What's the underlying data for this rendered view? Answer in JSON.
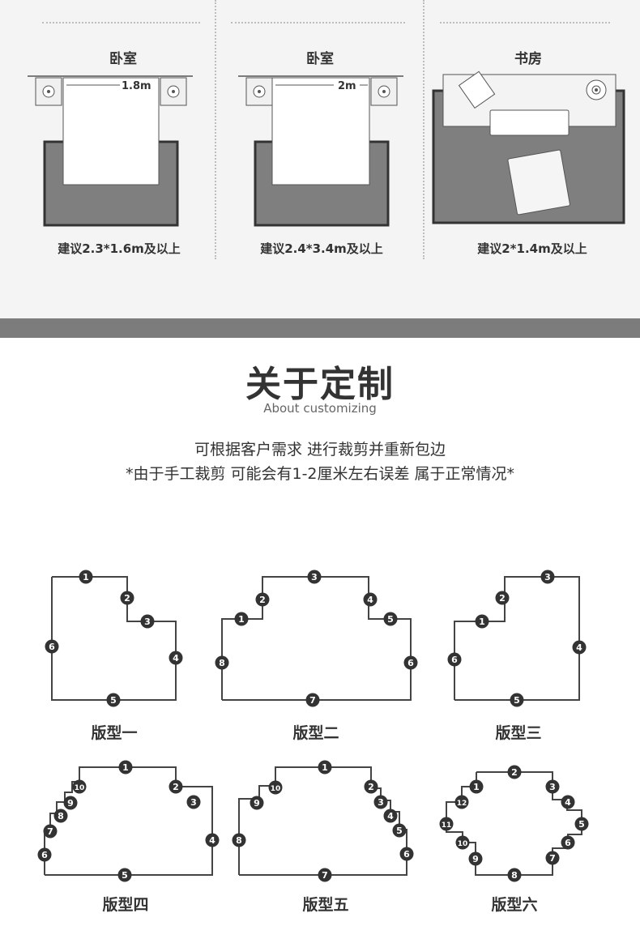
{
  "rooms": [
    {
      "title": "卧室",
      "size_label": "1.8m",
      "note": "建议2.3*1.6m及以上"
    },
    {
      "title": "卧室",
      "size_label": "2m",
      "note": "建议2.4*3.4m及以上"
    },
    {
      "title": "书房",
      "size_label": "",
      "note": "建议2*1.4m及以上"
    }
  ],
  "section": {
    "title": "关于定制",
    "subtitle": "About customizing",
    "line1": "可根据客户需求 进行裁剪并重新包边",
    "line2": "*由于手工裁剪 可能会有1-2厘米左右误差 属于正常情况*"
  },
  "shapes": [
    {
      "label": "版型一",
      "markers": [
        "1",
        "2",
        "3",
        "4",
        "5",
        "6"
      ]
    },
    {
      "label": "版型二",
      "markers": [
        "1",
        "2",
        "3",
        "4",
        "5",
        "6",
        "7",
        "8"
      ]
    },
    {
      "label": "版型三",
      "markers": [
        "1",
        "2",
        "3",
        "4",
        "5",
        "6"
      ]
    },
    {
      "label": "版型四",
      "markers": [
        "1",
        "2",
        "3",
        "4",
        "5",
        "6",
        "7",
        "8",
        "9",
        "10"
      ]
    },
    {
      "label": "版型五",
      "markers": [
        "1",
        "2",
        "3",
        "4",
        "5",
        "6",
        "7",
        "8",
        "9",
        "10"
      ]
    },
    {
      "label": "版型六",
      "markers": [
        "1",
        "2",
        "3",
        "4",
        "5",
        "6",
        "7",
        "8",
        "9",
        "10",
        "11",
        "12"
      ]
    }
  ],
  "colors": {
    "rug": "#7f7f7f",
    "rug_border": "#333333",
    "line": "#444444",
    "marker": "#333333"
  }
}
